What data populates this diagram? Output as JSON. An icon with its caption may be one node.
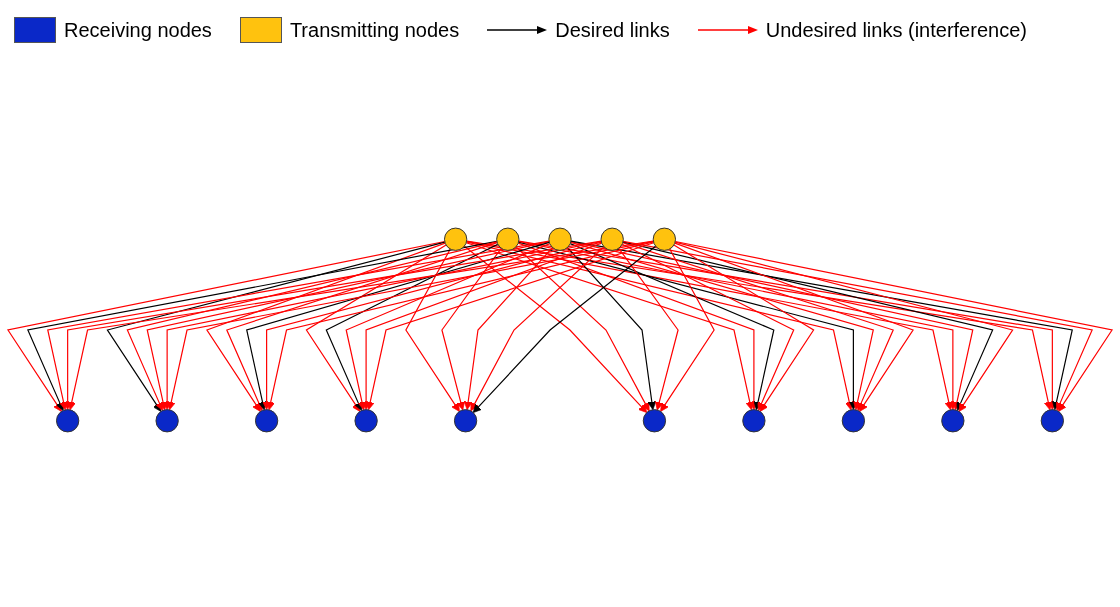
{
  "diagram": {
    "nodes": [
      {
        "text": [],
        "shape": "circle"
      },
      {
        "text": [],
        "shape": "circle"
      },
      {
        "text": [],
        "shape": "circle"
      },
      {
        "text": [],
        "shape": "circle"
      },
      {
        "text": [],
        "shape": "circle"
      },
      {
        "text": [],
        "shape": "circle"
      },
      {
        "text": [],
        "shape": "circle"
      },
      {
        "text": [],
        "shape": "circle"
      },
      {
        "text": [],
        "shape": "circle"
      },
      {
        "text": [],
        "shape": "circle"
      },
      {
        "text": [],
        "shape": "circle"
      },
      {
        "text": [],
        "shape": "circle"
      },
      {
        "text": [],
        "shape": "circle"
      },
      {
        "text": [],
        "shape": "circle"
      },
      {
        "text": [],
        "shape": "circle"
      }
    ],
    "edges": [
      {
        "from": 1,
        "to": 0,
        "arrow": "to"
      },
      {
        "from": 1,
        "to": 2,
        "arrow": "to",
        "color": "#000000"
      },
      {
        "from": 1,
        "to": 4,
        "arrow": "to"
      },
      {
        "from": 1,
        "to": 5,
        "arrow": "to"
      },
      {
        "from": 1,
        "to": 6,
        "arrow": "to"
      },
      {
        "from": 1,
        "to": 7,
        "arrow": "to"
      },
      {
        "from": 1,
        "to": 9,
        "arrow": "to"
      },
      {
        "from": 1,
        "to": 11,
        "arrow": "to"
      },
      {
        "from": 1,
        "to": 13,
        "arrow": "to"
      },
      {
        "from": 1,
        "to": 14,
        "arrow": "to"
      },
      {
        "from": 3,
        "to": 0,
        "arrow": "to",
        "color": "#000000"
      },
      {
        "from": 3,
        "to": 2,
        "arrow": "to"
      },
      {
        "from": 3,
        "to": 4,
        "arrow": "to"
      },
      {
        "from": 3,
        "to": 5,
        "arrow": "to",
        "color": "#000000"
      },
      {
        "from": 3,
        "to": 6,
        "arrow": "to"
      },
      {
        "from": 3,
        "to": 7,
        "arrow": "to"
      },
      {
        "from": 3,
        "to": 9,
        "arrow": "to"
      },
      {
        "from": 3,
        "to": 11,
        "arrow": "to",
        "color": "#000000"
      },
      {
        "from": 3,
        "to": 13,
        "arrow": "to"
      },
      {
        "from": 3,
        "to": 14,
        "arrow": "to"
      },
      {
        "from": 8,
        "to": 0,
        "arrow": "to"
      },
      {
        "from": 8,
        "to": 2,
        "arrow": "to"
      },
      {
        "from": 8,
        "to": 4,
        "arrow": "to",
        "color": "#000000"
      },
      {
        "from": 8,
        "to": 5,
        "arrow": "to"
      },
      {
        "from": 8,
        "to": 6,
        "arrow": "to"
      },
      {
        "from": 8,
        "to": 7,
        "arrow": "to",
        "color": "#000000"
      },
      {
        "from": 8,
        "to": 9,
        "arrow": "to",
        "color": "#000000"
      },
      {
        "from": 8,
        "to": 11,
        "arrow": "to"
      },
      {
        "from": 8,
        "to": 13,
        "arrow": "to"
      },
      {
        "from": 8,
        "to": 14,
        "arrow": "to",
        "color": "#000000"
      },
      {
        "from": 10,
        "to": 0,
        "arrow": "to"
      },
      {
        "from": 10,
        "to": 2,
        "arrow": "to"
      },
      {
        "from": 10,
        "to": 4,
        "arrow": "to"
      },
      {
        "from": 10,
        "to": 5,
        "arrow": "to"
      },
      {
        "from": 10,
        "to": 6,
        "arrow": "to"
      },
      {
        "from": 10,
        "to": 7,
        "arrow": "to"
      },
      {
        "from": 10,
        "to": 9,
        "arrow": "to"
      },
      {
        "from": 10,
        "to": 11,
        "arrow": "to"
      },
      {
        "from": 10,
        "to": 13,
        "arrow": "to",
        "color": "#000000"
      },
      {
        "from": 10,
        "to": 14,
        "arrow": "to"
      },
      {
        "from": 12,
        "to": 0,
        "arrow": "to"
      },
      {
        "from": 12,
        "to": 2,
        "arrow": "to"
      },
      {
        "from": 12,
        "to": 4,
        "arrow": "to"
      },
      {
        "from": 12,
        "to": 5,
        "arrow": "to"
      },
      {
        "from": 12,
        "to": 6,
        "arrow": "to",
        "color": "#000000"
      },
      {
        "from": 12,
        "to": 7,
        "arrow": "to"
      },
      {
        "from": 12,
        "to": 9,
        "arrow": "to"
      },
      {
        "from": 12,
        "to": 11,
        "arrow": "to"
      },
      {
        "from": 12,
        "to": 13,
        "arrow": "to"
      },
      {
        "from": 12,
        "to": 14,
        "arrow": "to"
      }
    ],
    "legend": [
      {
        "text": "Receiving nodes",
        "color": "#0a28c8"
      },
      {
        "text": "Transmitting nodes",
        "color": "#ffc20e"
      },
      {
        "text": "Desired links"
      },
      {
        "text": "Undesired links (interference)"
      }
    ]
  }
}
